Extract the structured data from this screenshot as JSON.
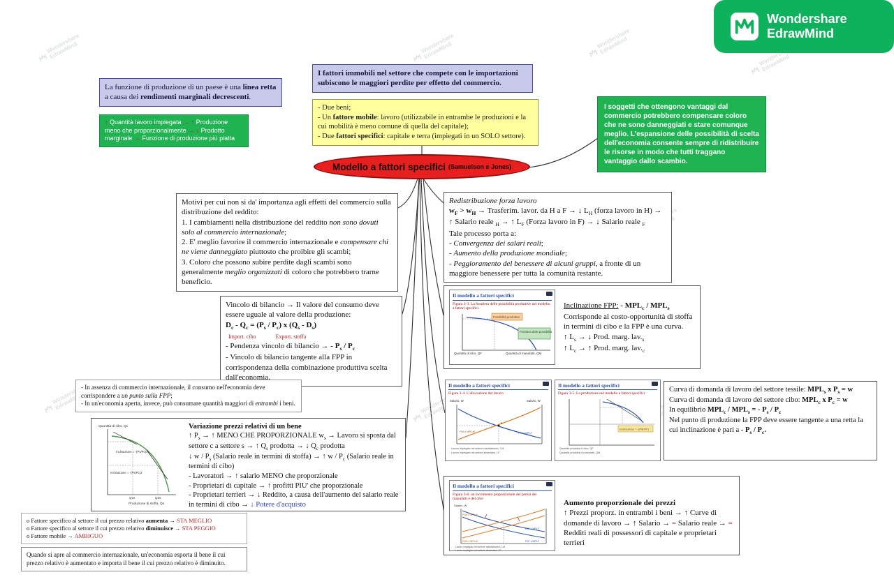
{
  "brand": {
    "line1": "Wondershare",
    "line2": "EdrawMind"
  },
  "watermark": {
    "line1": "Wondershare",
    "line2": "EdrawMind"
  },
  "central": {
    "title": "Modello a fattori specifici",
    "subtitle": "(Samuelson e Jones)"
  },
  "production_function": {
    "lines": [
      [
        "La funzione di produzione di un paese è una ",
        {
          "t": "linea retta",
          "c": "b"
        },
        " a causa dei ",
        {
          "t": "rendimenti marginali decrescenti",
          "c": "b"
        },
        "."
      ]
    ]
  },
  "labor_steps": {
    "lines": [
      [
        {
          "t": "↑ ",
          "c": "red"
        },
        "Quantità lavoro impiegata ",
        {
          "t": "→ ↑ ",
          "c": "red"
        },
        "Produzione meno che proporzionalmente ",
        {
          "t": "→ ↓ ",
          "c": "red"
        },
        "Prodotto marginale ",
        {
          "t": "→ ",
          "c": "red"
        },
        "Funzione di produzione più piatta"
      ]
    ]
  },
  "immobile": {
    "lines": [
      [
        {
          "t": "I fattori immobili nel settore che compete con le importazioni subiscono le maggiori perdite per effetto del commercio.",
          "c": "b"
        }
      ]
    ]
  },
  "assumptions": {
    "lines": [
      [
        "- Due beni;"
      ],
      [
        "- Un ",
        {
          "t": "fattore mobile",
          "c": "b"
        },
        ": lavoro (utilizzabile in entrambe le produzioni e la cui mobilità è meno comune di quella del capitale);"
      ],
      [
        "- Due ",
        {
          "t": "fattori specifici",
          "c": "b"
        },
        ": capitale e terra (impiegati in un SOLO settore)."
      ]
    ]
  },
  "gains": {
    "lines": [
      [
        "I soggetti che ottengono vantaggi dal commercio potrebbero compensare coloro che ne sono danneggiati e stare comunque meglio. L'espansione delle possibilità di scelta dell'economia consente sempre di ridistribuire le risorse in modo che tutti traggano vantaggio dallo scambio."
      ]
    ]
  },
  "motivi": {
    "lines": [
      [
        "Motivi per cui non si da' importanza agli effetti del commercio sulla distribuzione del reddito:"
      ],
      [
        "1. I cambiamenti nella distribuzione del reddito ",
        {
          "t": "non sono dovuti solo al commercio internazionale",
          "c": "i"
        },
        ";"
      ],
      [
        "2. E' meglio favorire il commercio internazionale e ",
        {
          "t": "compensare chi ne viene danneggiato",
          "c": "i"
        },
        " piuttosto che proibire gli scambi;"
      ],
      [
        "3. Coloro che possono subire perdite dagli scambi sono generalmente ",
        {
          "t": "meglio organizzati",
          "c": "i"
        },
        " di coloro che potrebbero trarne beneficio."
      ]
    ]
  },
  "redistribuzione": {
    "lines": [
      [
        {
          "t": "Redistribuzione forza lavoro",
          "c": "i"
        }
      ],
      [
        {
          "t": "w",
          "c": "b"
        },
        {
          "t": "F",
          "c": "b sub"
        },
        {
          "t": " > w",
          "c": "b"
        },
        {
          "t": "H",
          "c": "b sub"
        },
        " → Trasferim. lavor. da H a F → ↓ L",
        {
          "t": "H",
          "c": "sub"
        },
        " (forza lavoro in H) → ↑ Salario reale ",
        {
          "t": "H",
          "c": "sub"
        },
        " → ↑ L",
        {
          "t": "F",
          "c": "sub"
        },
        " (Forza lavoro in F) → ↓ Salario reale ",
        {
          "t": "F",
          "c": "sub"
        }
      ],
      [
        "Tale processo porta a:"
      ],
      [
        "- ",
        {
          "t": "Convergenza dei salari reali",
          "c": "i"
        },
        ";"
      ],
      [
        "- ",
        {
          "t": "Aumento della produzione mondiale",
          "c": "i"
        },
        ";"
      ],
      [
        "- ",
        {
          "t": "Peggioramento del benessere di alcuni gruppi",
          "c": "i"
        },
        ", a fronte di un maggiore benessere per tutta la comunità restante."
      ]
    ]
  },
  "vincolo": {
    "lines": [
      [
        "Vincolo di bilancio → Il valore del consumo deve essere uguale al valore della produzione:"
      ],
      [
        {
          "t": "D",
          "c": "b"
        },
        {
          "t": "c",
          "c": "b sub"
        },
        {
          "t": " - Q",
          "c": "b"
        },
        {
          "t": "c",
          "c": "b sub"
        },
        {
          "t": " = (P",
          "c": "b"
        },
        {
          "t": "s",
          "c": "b sub"
        },
        {
          "t": " / P",
          "c": "b"
        },
        {
          "t": "c",
          "c": "b sub"
        },
        {
          "t": ") x (Q",
          "c": "b"
        },
        {
          "t": "s",
          "c": "b sub"
        },
        {
          "t": " - D",
          "c": "b"
        },
        {
          "t": "s",
          "c": "b sub"
        },
        {
          "t": ")",
          "c": "b"
        }
      ],
      [
        {
          "t": "  ",
          "c": "tiny"
        },
        {
          "t": "Import. cibo",
          "c": "red tiny"
        },
        {
          "t": "              ",
          "c": "tiny"
        },
        {
          "t": "Export. stoffa",
          "c": "red tiny"
        }
      ],
      [
        "- Pendenza vincolo di bilancio → ",
        {
          "t": "- P",
          "c": "b"
        },
        {
          "t": "s",
          "c": "b sub"
        },
        {
          "t": " / P",
          "c": "b"
        },
        {
          "t": "c",
          "c": "b sub"
        }
      ],
      [
        "- Vincolo di bilancio tangente alla FPP in corrispondenza della combinazione produttiva scelta dall'economia."
      ]
    ]
  },
  "no_trade": {
    "lines": [
      [
        "- In assenza di commercio internazionale, il consumo nell'economia deve corrispondere a ",
        {
          "t": "un punto sulla FPP",
          "c": "i"
        },
        ";"
      ],
      [
        "- In un'economia aperta, invece, può consumare quantità maggiori di ",
        {
          "t": "entrambi",
          "c": "i"
        },
        " i beni."
      ]
    ]
  },
  "variazione": {
    "title": "Variazione prezzi relativi di un bene",
    "lines": [
      [
        "↑ P",
        {
          "t": "s",
          "c": "sub"
        },
        " → ↑ MENO CHE PROPORZIONALE w",
        {
          "t": "s",
          "c": "sub"
        },
        " → Lavoro si sposta dal settore c a settore s → ↑ Q",
        {
          "t": "s",
          "c": "sub"
        },
        " prodotta → ↓ Q",
        {
          "t": "c",
          "c": "sub"
        },
        " prodotta"
      ],
      [
        "↓ w / P",
        {
          "t": "s",
          "c": "sub"
        },
        " (Salario reale in termini di stoffa) → ↑ w / P",
        {
          "t": "c",
          "c": "sub"
        },
        " (Salario reale in termini di cibo)"
      ],
      [
        "- Lavoratori → ↑ salario MENO che proporzionale"
      ],
      [
        "- Proprietari di capitale → ↑ profitti PIU' che proporzionale"
      ],
      [
        "- Proprietari terrieri → ↓ Reddito, a causa dell'aumento del salario reale in termini di cibo → ",
        {
          "t": "↓ Potere d'acquisto",
          "c": "blue"
        }
      ]
    ],
    "chart": {
      "ylabel": "Quantità di cibo, Qc",
      "xlabel": "Produzione di stoffa, Qs",
      "slope1": "Inclinazione = -(Ps/Pc)1",
      "slope2": "Inclinazione = -(Ps/Pc)2",
      "tick1": "Q1s",
      "tick2": "Q2s"
    }
  },
  "fattori": {
    "lines": [
      [
        "o Fattore specifico al settore il cui prezzo relativo ",
        {
          "t": "aumenta",
          "c": "b"
        },
        " → ",
        {
          "t": "STA MEGLIO",
          "c": "red"
        }
      ],
      [
        "o Fattore specifico al settore il cui prezzo relativo ",
        {
          "t": "diminuisce",
          "c": "b"
        },
        " → ",
        {
          "t": "STA PEGGIO",
          "c": "red"
        }
      ],
      [
        "o Fattore mobile → ",
        {
          "t": "AMBIGUO",
          "c": "red"
        }
      ]
    ]
  },
  "apertura": {
    "lines": [
      [
        "Quando si apre al commercio internazionale, un'economia esporta il bene il cui prezzo relativo è aumentato e importa il bene il cui prezzo relativo è diminuito."
      ]
    ]
  },
  "inclinazione": {
    "lines": [
      [
        {
          "t": "Inclinazione FPP:",
          "c": "u"
        },
        " ",
        {
          "t": "- MPL",
          "c": "b"
        },
        {
          "t": "c",
          "c": "b sub"
        },
        {
          "t": " / MPL",
          "c": "b"
        },
        {
          "t": "s",
          "c": "b sub"
        }
      ],
      [
        "Corrisponde al costo-opportunità di stoffa in termini di cibo e la FPP è una curva."
      ],
      [
        "↑ L",
        {
          "t": "s",
          "c": "sub"
        },
        " → ↓ Prod. marg. lav.",
        {
          "t": "s",
          "c": "sub"
        }
      ],
      [
        "↑ L",
        {
          "t": "c",
          "c": "sub"
        },
        " → ↑ Prod. marg. lav.",
        {
          "t": "c",
          "c": "sub"
        }
      ]
    ]
  },
  "domanda": {
    "lines": [
      [
        "Curva di domanda di lavoro del settore tessile: ",
        {
          "t": "MPL",
          "c": "b"
        },
        {
          "t": "s",
          "c": "b sub"
        },
        {
          "t": " x P",
          "c": "b"
        },
        {
          "t": "s",
          "c": "b sub"
        },
        {
          "t": " = w",
          "c": "b"
        }
      ],
      [
        "Curva di domanda di lavoro del settore cibo: ",
        {
          "t": "MPL",
          "c": "b"
        },
        {
          "t": "c",
          "c": "b sub"
        },
        {
          "t": " x P",
          "c": "b"
        },
        {
          "t": "c",
          "c": "b sub"
        },
        {
          "t": " = w",
          "c": "b"
        }
      ],
      [
        "In equilibrio ",
        {
          "t": "MPL",
          "c": "b"
        },
        {
          "t": "c",
          "c": "b sub"
        },
        {
          "t": " / MPL",
          "c": "b"
        },
        {
          "t": "s",
          "c": "b sub"
        },
        {
          "t": " = - P",
          "c": "b"
        },
        {
          "t": "s",
          "c": "b sub"
        },
        {
          "t": " / P",
          "c": "b"
        },
        {
          "t": "c",
          "c": "b sub"
        }
      ],
      [
        "Nel punto di produzione la FPP deve essere tangente a una retta la cui inclinazione è pari a ",
        {
          "t": "- P",
          "c": "b"
        },
        {
          "t": "s",
          "c": "b sub"
        },
        {
          "t": " / P",
          "c": "b"
        },
        {
          "t": "c",
          "c": "b sub"
        },
        {
          "t": ".",
          "c": "b"
        }
      ]
    ]
  },
  "aumento": {
    "lines": [
      [
        {
          "t": "Aumento proporzionale dei prezzi",
          "c": "b"
        }
      ],
      [
        "↑ Prezzi proporz. in entrambi i beni → ↑ Curve di domande di lavoro → ↑ Salario → ",
        {
          "t": "= ",
          "c": "red"
        },
        "Salario reale  → ",
        {
          "t": "= ",
          "c": "red"
        },
        "Redditi reali di possessori di capitale e proprietari terrieri"
      ]
    ]
  },
  "slides": {
    "s1": {
      "title": "Il modello a fattori specifici",
      "caption": "Figura 3-3: La frontiera delle possibilità produttive nel modello a fattori specifici",
      "axis_y": "Quantità di cibo, QF",
      "axis_x": "Quantità di manufatti, QM",
      "tag1": "Possibilità produttive",
      "tag2": "Frontiera delle possibilità produttive (FPP)"
    },
    "s2": {
      "title": "Il modello a fattori specifici",
      "caption": "Figura 3-4: L'allocazione del lavoro",
      "wage_left": "Salario, W",
      "wage_right": "Salario, W",
      "curve_left": "PM x MPLM",
      "curve_right": "PF x MPLF",
      "point": "1",
      "bottom_left": "Lavoro impiegato nel settore manifatturiero, LM",
      "bottom_right": "Lavoro impiegato nel settore alimentare, LF"
    },
    "s3": {
      "title": "Il modello a fattori specifici",
      "caption": "Figura 3-5: La produzione nel modello a fattori specifici",
      "label_y": "Quantità prodotta di cibo, QF",
      "label_x": "Quantità prodotta di manufatti, QM",
      "tag": "Inclinazione = -(PM/PF)"
    },
    "s4": {
      "title": "Il modello a fattori specifici",
      "caption": "Figura 3-6: un incremento proporzionale dei prezzi dei manufatti e del cibo",
      "wage": "Salario, W",
      "curve_blue1": "P1F x MPLF",
      "curve_blue2": "P2F x MPLF",
      "curve_orange1": "P1M x MPLM",
      "curve_orange2": "P2M x MPLM",
      "bottom_left": "Lavoro impiegato nel settore manifatturiero, LM",
      "bottom_right": "Lavoro impiegato nel settore alimentare, LF"
    }
  }
}
